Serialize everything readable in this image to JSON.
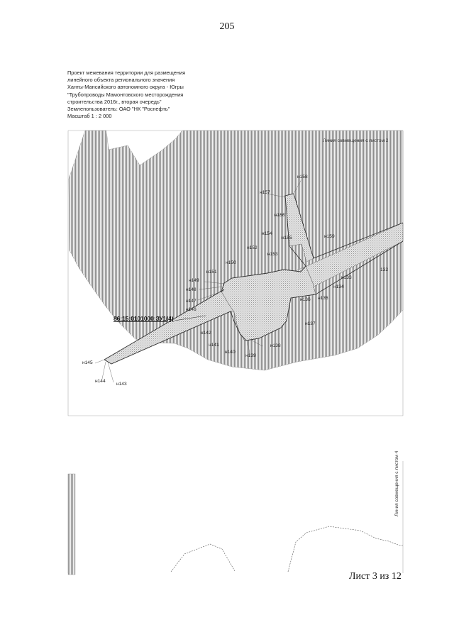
{
  "page_number": "205",
  "header": {
    "lines": [
      "Проект межевания территории для размещения",
      "линейного объекта регионального значения",
      "Ханты-Мансийского автономного округа - Югры",
      "\"Трубопроводы Мамонтовского месторождения",
      "строительства 2016г., вторая очередь\"",
      "Землепользователь: ОАО \"НК \"Роснефть\"",
      "Масштаб 1 : 2 000"
    ]
  },
  "map": {
    "match_line_2": "Линия совмещения с листом 2",
    "match_line_4": "Линия совмещения с листом 4",
    "parcel_id": "86:15:0101000:ЗУ1(4)",
    "points": {
      "p132": "132",
      "p133": "н133",
      "p134": "н134",
      "p135": "н135",
      "p136": "н136",
      "p137": "н137",
      "p138": "н138",
      "p139": "н139",
      "p140": "н140",
      "p141": "н141",
      "p142": "н142",
      "p143": "н143",
      "p144": "н144",
      "p145": "н145",
      "p146": "н146",
      "p147": "н147",
      "p148": "н148",
      "p149": "н149",
      "p150": "н150",
      "p151": "н151",
      "p152": "н152",
      "p153": "н153",
      "p154": "н154",
      "p155": "н155",
      "p156": "н156",
      "p157": "н157",
      "p158": "н158",
      "p159": "н159"
    }
  },
  "sheet_label": "Лист 3 из 12"
}
